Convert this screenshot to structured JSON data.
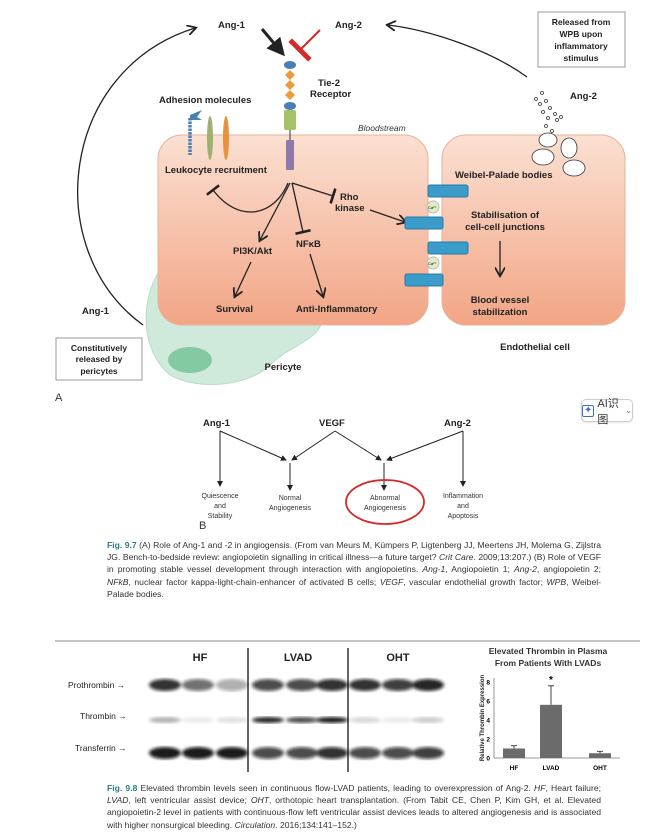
{
  "figure_a": {
    "ang1_top": "Ang-1",
    "ang2_top": "Ang-2",
    "wpb_box": [
      "Released from",
      "WPB upon",
      "inflammatory",
      "stimulus"
    ],
    "tie2": [
      "Tie-2",
      "Receptor"
    ],
    "adhesion": "Adhesion molecules",
    "bloodstream": "Bloodstream",
    "ang2_right": "Ang-2",
    "leukocyte": "Leukocyte recruitment",
    "rho": [
      "Rho",
      "kinase"
    ],
    "pi3k": "PI3K/Akt",
    "nfkb": "NFκB",
    "survival": "Survival",
    "anti_inflammatory": "Anti-Inflammatory",
    "wpb_bodies": "Weibel-Palade bodies",
    "ca": "Ca²⁺",
    "stabilisation": [
      "Stabilisation of",
      "cell-cell junctions"
    ],
    "vessel": [
      "Blood vessel",
      "stabilization"
    ],
    "endothelial": "Endothelial cell",
    "ang1_left": "Ang-1",
    "pericyte_box": [
      "Constitutively",
      "released by",
      "pericytes"
    ],
    "pericyte": "Pericyte",
    "panel_label": "A"
  },
  "ai_button": {
    "label": "AI识图",
    "icon": "sparkle-icon"
  },
  "figure_b": {
    "ang1": "Ang-1",
    "vegf": "VEGF",
    "ang2": "Ang-2",
    "quiescence": [
      "Quiescence",
      "and",
      "Stability"
    ],
    "normal": [
      "Normal",
      "Angiogenesis"
    ],
    "abnormal": [
      "Abnormal",
      "Angiogenesis"
    ],
    "inflammation": [
      "Inflammation",
      "and",
      "Apoptosis"
    ],
    "panel_label": "B",
    "highlight_color": "#d42a2a"
  },
  "caption_97": {
    "fig": "Fig. 9.7",
    "text1": " (A) Role of Ang-1 and -2 in angiogensis. (From van Meurs M, Kümpers P, Ligtenberg JJ, Meertens JH, Molema G, Zijlstra JG. Bench-to-bedside review: angiopoietin signalling in critical illness—a future target? ",
    "journal": "Crit Care",
    "text2": ". 2009;13:207.) (B) Role of VEGF in promoting stable vessel development through interaction with angiopoietins. ",
    "a1": "Ang-1",
    "t_a1": ", Angiopoietin 1; ",
    "a2": "Ang-2",
    "t_a2": ", angiopoietin 2; ",
    "nf": "NFkB",
    "t_nf": ", nuclear factor kappa-light-chain-enhancer of activated B cells; ",
    "vegf": "VEGF",
    "t_vegf": ", vascular endothelial growth factor; ",
    "wpb": "WPB",
    "t_wpb": ", Weibel-Palade bodies."
  },
  "blot": {
    "groups": [
      "HF",
      "LVAD",
      "OHT"
    ],
    "rows": [
      "Prothrombin →",
      "Thrombin →",
      "Transferrin →"
    ]
  },
  "chart_data": {
    "type": "bar",
    "title": [
      "Elevated Thrombin in Plasma",
      "From Patients With LVADs"
    ],
    "categories": [
      "HF",
      "LVAD",
      "OHT"
    ],
    "values": [
      1.0,
      5.6,
      0.5
    ],
    "error_upper": [
      1.3,
      7.6,
      0.7
    ],
    "annotations": [
      "",
      "*",
      ""
    ],
    "ylabel": "Relative Thrombin Expression",
    "ylim": [
      0,
      8
    ],
    "yticks": [
      "0",
      "2",
      "4",
      "6",
      "8"
    ],
    "bar_color": "#6b6b6b"
  },
  "caption_98": {
    "fig": "Fig. 9.8",
    "text1": " Elevated thrombin levels seen in continuous flow-LVAD patients, leading to overexpression of Ang-2. ",
    "hf": "HF",
    "t_hf": ", Heart failure; ",
    "lvad": "LVAD",
    "t_lvad": ", left ventricular assist device; ",
    "oht": "OHT",
    "t_oht": ", orthotopic heart transplantation. (From Tabit CE, Chen P, Kim GH, et al. Elevated angiopoietin-2 level in patients with continuous-flow left ventricular assist devices leads to altered angiogenesis and is associated with higher nonsurgical bleeding. ",
    "journal": "Circulation",
    "text2": ". 2016;134:141–152.)"
  }
}
